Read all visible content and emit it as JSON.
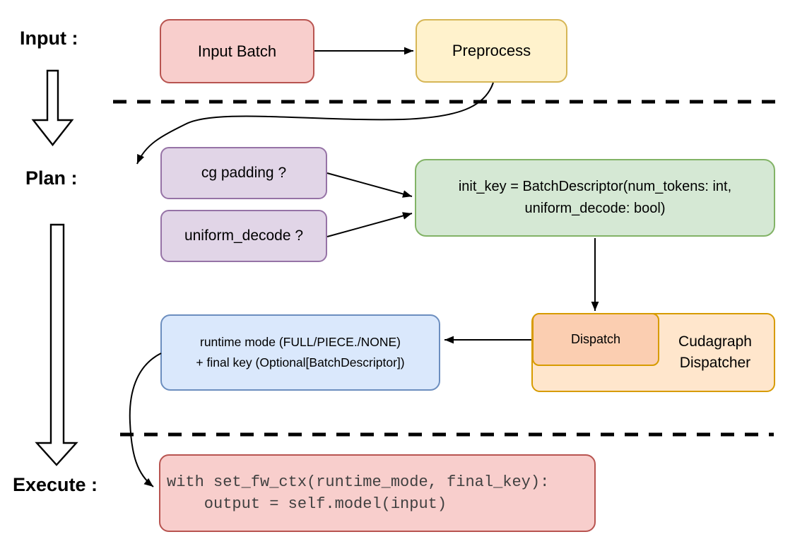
{
  "stage_labels": {
    "input": "Input :",
    "plan": "Plan :",
    "execute": "Execute :"
  },
  "nodes": {
    "input_batch": {
      "label": "Input Batch",
      "fill": "#f8cecc",
      "stroke": "#b85450"
    },
    "preprocess": {
      "label": "Preprocess",
      "fill": "#fff2cc",
      "stroke": "#d6b656"
    },
    "cg_padding": {
      "label": "cg padding ?",
      "fill": "#e1d5e7",
      "stroke": "#9673a6"
    },
    "uniform_decode": {
      "label": "uniform_decode ?",
      "fill": "#e1d5e7",
      "stroke": "#9673a6"
    },
    "init_key": {
      "label": "init_key = BatchDescriptor(num_tokens: int,\nuniform_decode: bool)",
      "fill": "#d5e8d4",
      "stroke": "#82b366"
    },
    "dispatch": {
      "label": "Dispatch",
      "fill": "#fbceb1",
      "stroke": "#d79b00"
    },
    "cudagraph_dispatcher": {
      "label": "Cudagraph\nDispatcher",
      "fill": "#ffe6cc",
      "stroke": "#d79b00"
    },
    "runtime_result": {
      "label": "runtime mode (FULL/PIECE./NONE)\n+ final key (Optional[BatchDescriptor])",
      "fill": "#dae8fc",
      "stroke": "#6c8ebf"
    },
    "execute_code": {
      "label": "with set_fw_ctx(runtime_mode, final_key):\n    output = self.model(input)",
      "fill": "#f8cecc",
      "stroke": "#b85450",
      "text_color": "#404040"
    }
  },
  "colors": {
    "divider": "#000000",
    "arrow": "#000000",
    "block_arrow_fill": "#ffffff"
  }
}
